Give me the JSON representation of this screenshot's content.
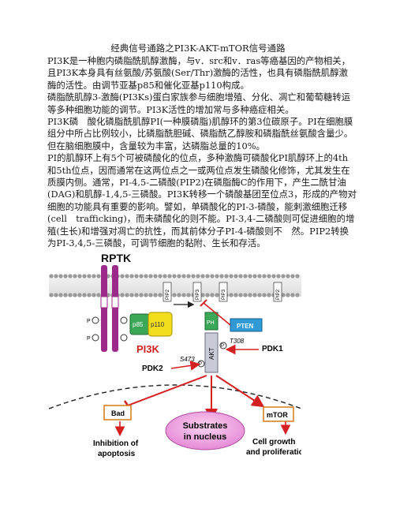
{
  "title": "经典信号通路之PI3K-AKT-mTOR信号通路",
  "paragraphs": [
    "PI3K是一种胞内磷脂酰肌醇激酶，与v．src和v．ras等癌基因的产物相关，且PI3K本身具有丝氨酸/苏氨酸(Ser/Thr)激酶的活性，也具有磷脂酰肌醇激酶的活性。由调节亚基p85和催化亚基p110构成。",
    "磷脂酰肌醇3-激酶(PI3Ks)蛋白家族参与细胞增殖、分化、凋亡和葡萄糖转运等多种细胞功能的调节。PI3K活性的增加常与多种癌症相关。",
    "PI3K磷　酸化磷脂酰肌醇PI(一种膜磷脂)肌醇环的第3位碳原子。PI在细胞膜组分中所占比例较小，比磷脂酰胆碱、磷脂酰乙醇胺和磷脂酰丝氨酸含量少。但在脑细胞膜中，含量较为丰富，达磷脂总量的10%。",
    "PI的肌醇环上有5个可被磷酸化的位点，多种激酶可磷酸化PI肌醇环上的4th和5th位点，因而通常在这两位点之一或两位点发生磷酸化修饰，尤其发生在质膜内侧。通常，PI-4,5-二磷酸(PIP2)在磷脂酶C的作用下，产生二酰甘油(DAG)和肌醇-1,4,5-三磷酸。PI3K转移一个磷酸基团至位点3，形成的产物对细胞的功能具有重要的影响。譬如，单磷酸化的PI-3-磷酸，能刺激细胞迁移(cell　trafficking)，而未磷酸化的则不能。PI-3,4-二磷酸则可促进细胞的增殖(生长)和增强对凋亡的抗性，而其前体分子PI-4-磷酸则不　然。PIP2转换为PI-3,4,5-三磷酸，可调节细胞的黏附、生长和存活。"
  ],
  "diagram": {
    "rptk": "RPTK",
    "pi3k": "PI3K",
    "p85": "p85",
    "p110": "p110",
    "pip2": "PIP2",
    "pip3": "PIP3",
    "ph": "PH",
    "pten": "PTEN",
    "akt": "AKT",
    "t308": "T308",
    "s473": "S473",
    "pdk1": "PDK1",
    "pdk2": "PDK2",
    "p": "P",
    "bad": "Bad",
    "mtor": "mTOR",
    "substrates_line1": "Substrates",
    "substrates_line2": "in nucleus",
    "inhibition_line1": "Inhibition of",
    "inhibition_line2": "apoptosis",
    "growth_line1": "Cell growth",
    "growth_line2": "and proliferation"
  }
}
